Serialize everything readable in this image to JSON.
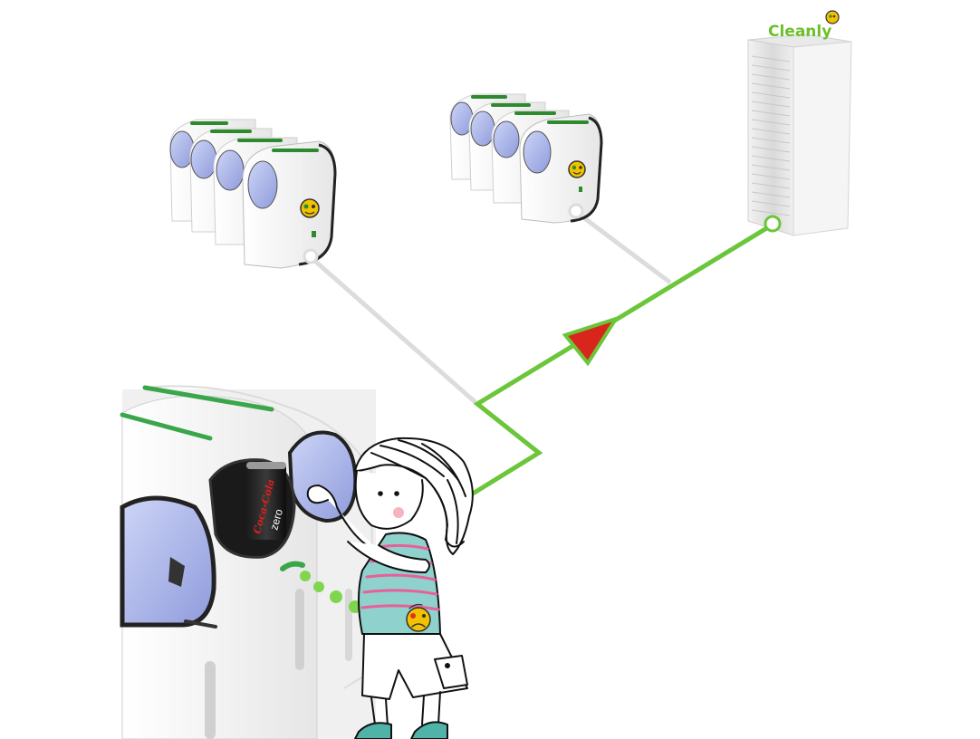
{
  "brand": {
    "name": "Cleanly",
    "color": "#6cbf2a"
  },
  "product": {
    "can_brand": "Coca-Cola",
    "can_variant": "zero"
  },
  "colors": {
    "network_active": "#6cc63a",
    "network_idle": "#dcdcdc",
    "arrow_head": "#d9261c",
    "machine_window": "#aeb8ea",
    "machine_body": "#f4f4f4",
    "emoji": "#f2c200"
  },
  "icons": {
    "logo_mark": "smiley-face-icon",
    "sad_badge": "sad-face-icon",
    "direction": "arrow-head-icon"
  }
}
